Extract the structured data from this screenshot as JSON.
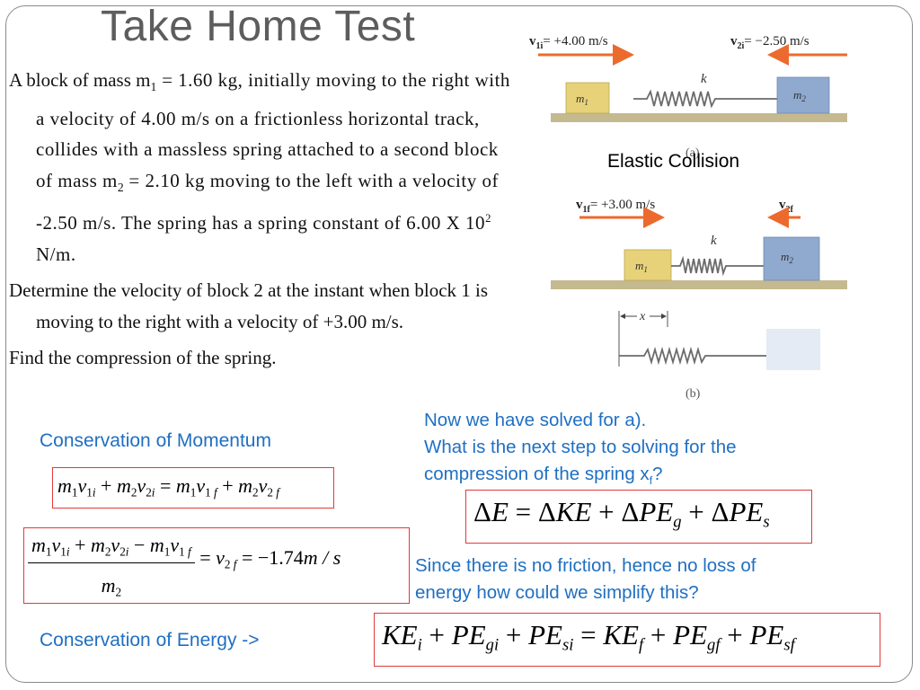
{
  "slide": {
    "title": "Take Home Test"
  },
  "problem": {
    "p1_pre": "A block of mass m",
    "p1_sub1": "1",
    "p1_mid": " = 1.60 kg, initially moving to the right with a velocity of 4.00 m/s on a frictionless horizontal track, collides with a massless spring attached to a second block of mass m",
    "p1_sub2": "2",
    "p1_post": " = 2.10 kg moving to the left with a velocity of -2.50 m/s. The spring has a spring constant of 6.00 X 10",
    "p1_exp": "2",
    "p1_end": " N/m.",
    "p2": "Determine the velocity of block 2 at the instant when block 1 is moving to the right with a velocity of +3.00 m/s.",
    "p3": "Find the compression of the spring."
  },
  "notes": {
    "momentum_label": "Conservation of Momentum",
    "energy_label": "Conservation of Energy ->",
    "next_step_line1": "Now we have solved for a).",
    "next_step_line2": "What is the next step to solving for the",
    "next_step_line3_pre": "compression of the spring x",
    "next_step_line3_sub": "f",
    "next_step_line3_post": "?",
    "friction_line1": "Since there is no friction, hence no loss of",
    "friction_line2": "energy how could we simplify this?"
  },
  "equations": {
    "result_value": "−1.74",
    "result_unit": "m / s"
  },
  "figure": {
    "caption": "Elastic Collision",
    "v1i_label": "= +4.00 m/s",
    "v2i_label": "= −2.50 m/s",
    "v1f_label": "= +3.00 m/s",
    "spring_label": "k",
    "block1_label": "m",
    "block2_label": "m",
    "panel_a": "(a)",
    "panel_b": "(b)",
    "compression_label": "x",
    "colors": {
      "block1": "#e7d27a",
      "block2": "#8fa9cf",
      "ground": "#c5b98f",
      "arrow": "#ec6a2e",
      "spring": "#6b6b6b"
    }
  },
  "colors": {
    "accent_blue": "#1f6fc2",
    "box_red": "#e03a3a",
    "title_gray": "#5d5d5d"
  }
}
